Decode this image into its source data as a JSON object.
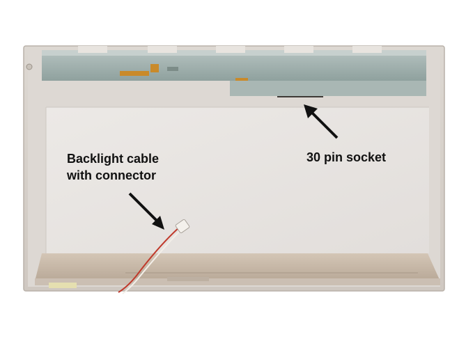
{
  "annotations": {
    "backlight": {
      "line1": "Backlight cable",
      "line2": "with connector"
    },
    "socket": {
      "label": "30 pin socket"
    }
  },
  "colors": {
    "panel_frame": "#d9d4cf",
    "panel_face": "#e9e6e3",
    "circuit_strip": "#9fb0ad",
    "connector_orange": "#c98a2a",
    "bottom_strip": "#c9b9a8",
    "arrow": "#111111",
    "cable_red": "#c0392b"
  },
  "icons": {
    "arrow_backlight": "arrow-down-right-icon",
    "arrow_socket": "arrow-up-left-icon"
  }
}
